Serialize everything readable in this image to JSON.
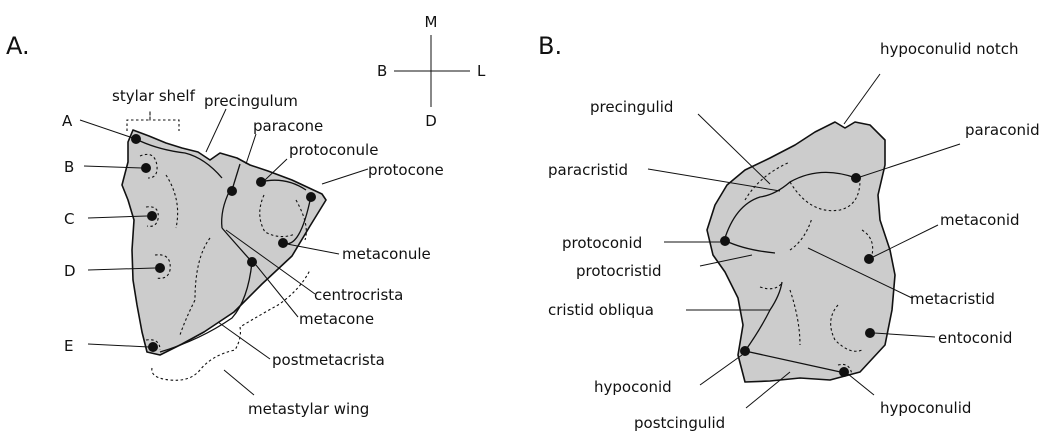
{
  "panel_a": {
    "letter": "A.",
    "compass": {
      "north": "M",
      "south": "D",
      "west": "B",
      "east": "L"
    },
    "cusp_letters": [
      "A",
      "B",
      "C",
      "D",
      "E"
    ],
    "labels": {
      "stylar_shelf": "stylar shelf",
      "precingulum": "precingulum",
      "paracone": "paracone",
      "protoconule": "protoconule",
      "protocone": "protocone",
      "metaconule": "metaconule",
      "centrocrista": "centrocrista",
      "metacone": "metacone",
      "postmetacrista": "postmetacrista",
      "metastylar_wing": "metastylar wing"
    }
  },
  "panel_b": {
    "letter": "B.",
    "labels": {
      "hypoconulid_notch": "hypoconulid notch",
      "precingulid": "precingulid",
      "paraconid": "paraconid",
      "paracristid": "paracristid",
      "metaconid": "metaconid",
      "protoconid": "protoconid",
      "protocristid": "protocristid",
      "metacristid": "metacristid",
      "cristid_obliqua": "cristid obliqua",
      "entoconid": "entoconid",
      "hypoconid": "hypoconid",
      "hypoconulid": "hypoconulid",
      "postcingulid": "postcingulid"
    }
  }
}
